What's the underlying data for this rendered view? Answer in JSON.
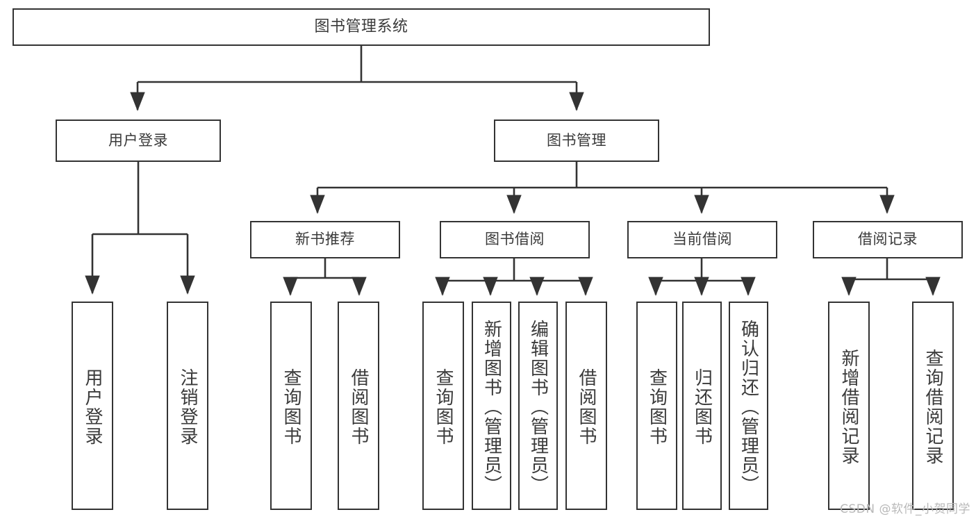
{
  "diagram": {
    "type": "tree",
    "title": "图书管理系统",
    "watermark": "CSDN @软件_小贺同学",
    "colors": {
      "stroke": "#333333",
      "text": "#3a3a3a",
      "background": "#ffffff",
      "watermark": "#b9b9b9"
    },
    "levels": {
      "root": {
        "label": "图书管理系统"
      },
      "level2": [
        {
          "label": "用户登录"
        },
        {
          "label": "图书管理"
        }
      ],
      "level3": [
        {
          "label": "新书推荐"
        },
        {
          "label": "图书借阅"
        },
        {
          "label": "当前借阅"
        },
        {
          "label": "借阅记录"
        }
      ],
      "leaves": {
        "user_login": [
          {
            "label": "用户登录"
          },
          {
            "label": "注销登录"
          }
        ],
        "new_book_recommend": [
          {
            "label": "查询图书"
          },
          {
            "label": "借阅图书"
          }
        ],
        "book_borrow": [
          {
            "label": "查询图书"
          },
          {
            "label": "新增图书（管理员）"
          },
          {
            "label": "编辑图书（管理员）"
          },
          {
            "label": "借阅图书"
          }
        ],
        "current_borrow": [
          {
            "label": "查询图书"
          },
          {
            "label": "归还图书"
          },
          {
            "label": "确认归还（管理员）"
          }
        ],
        "borrow_record": [
          {
            "label": "新增借阅记录"
          },
          {
            "label": "查询借阅记录"
          }
        ]
      }
    }
  }
}
